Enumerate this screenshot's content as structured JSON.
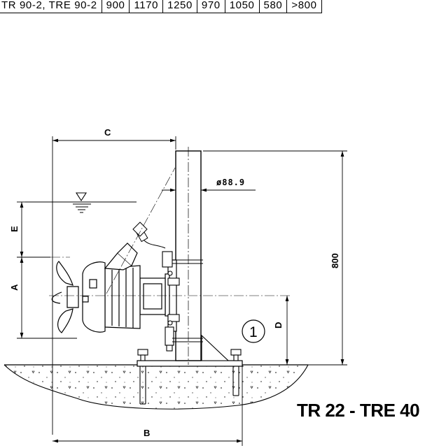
{
  "table": {
    "row": [
      "TR 90-2, TRE 90-2",
      "900",
      "1170",
      "1250",
      "970",
      "1050",
      "580",
      ">800"
    ]
  },
  "drawing": {
    "label_c": "C",
    "label_b": "B",
    "label_a": "A",
    "label_e": "E",
    "label_d": "D",
    "pipe_diameter": "ø88.9",
    "height_dimension": "800",
    "callout_number": "1"
  },
  "model_title": "TR 22 - TRE 40"
}
